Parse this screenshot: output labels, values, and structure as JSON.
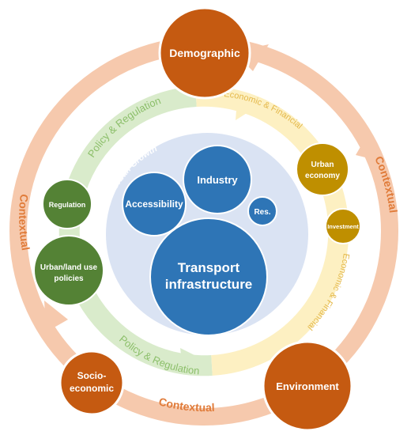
{
  "diagram": {
    "outer_ring": {
      "label_top_right": "Contextual",
      "label_left": "Contextual",
      "label_bottom": "Contextual"
    },
    "middle_ring": {
      "policy_top": "Policy & Regulation",
      "policy_bottom": "Policy & Regulation",
      "economic_top": "Economic & Financial",
      "economic_right": "Economic & Financial"
    },
    "core": {
      "growth_label": "Urban Growth",
      "transport": [
        "Transport",
        "infrastructure"
      ],
      "industry": "Industry",
      "accessibility": "Accessibility",
      "res": "Res."
    },
    "contextual_nodes": {
      "demographic": "Demographic",
      "socio_economic": [
        "Socio-",
        "economic"
      ],
      "environment": "Environment"
    },
    "policy_nodes": {
      "regulation": "Regulation",
      "urban_land_use": [
        "Urban/land use",
        "policies"
      ]
    },
    "economic_nodes": {
      "urban_economy": [
        "Urban",
        "economy"
      ],
      "investment": "Investment"
    },
    "colors": {
      "outer_ring": "#f6c9ad",
      "contextual_node": "#c55a11",
      "policy_band": "#d9ebcb",
      "economic_band": "#fdf0c2",
      "policy_node": "#548235",
      "economic_node": "#bf8f00",
      "core_background": "#dae3f3",
      "core_circle": "#2e75b6",
      "node_border": "#ffffff"
    }
  }
}
